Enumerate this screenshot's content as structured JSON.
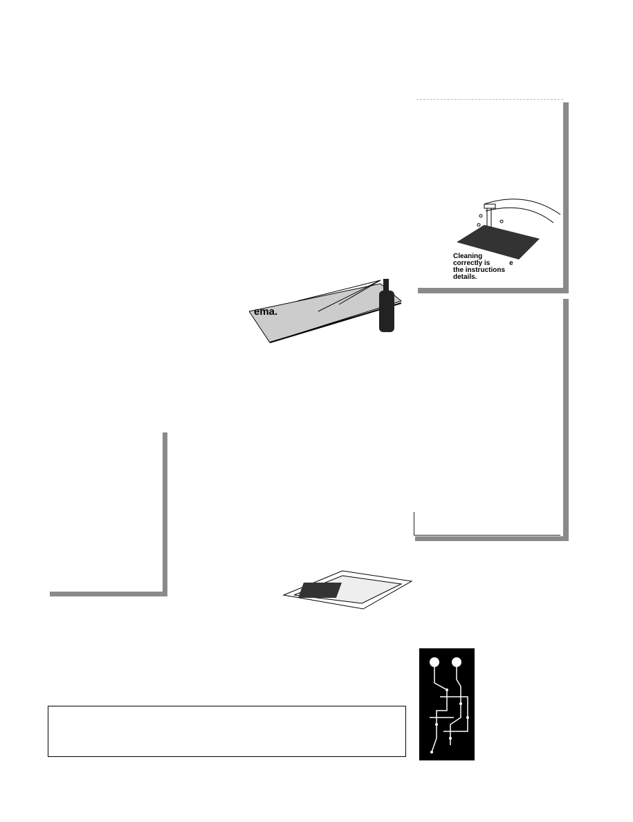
{
  "cleaning_panel": {
    "caption_lines": [
      "Cleaning",
      "correctly is          e",
      "the instructions",
      "details."
    ]
  },
  "spray_panel": {
    "label": "ema."
  },
  "colors": {
    "ink": "#000000",
    "shadow": "#8a8a8a",
    "board": "#c8c8c8"
  }
}
